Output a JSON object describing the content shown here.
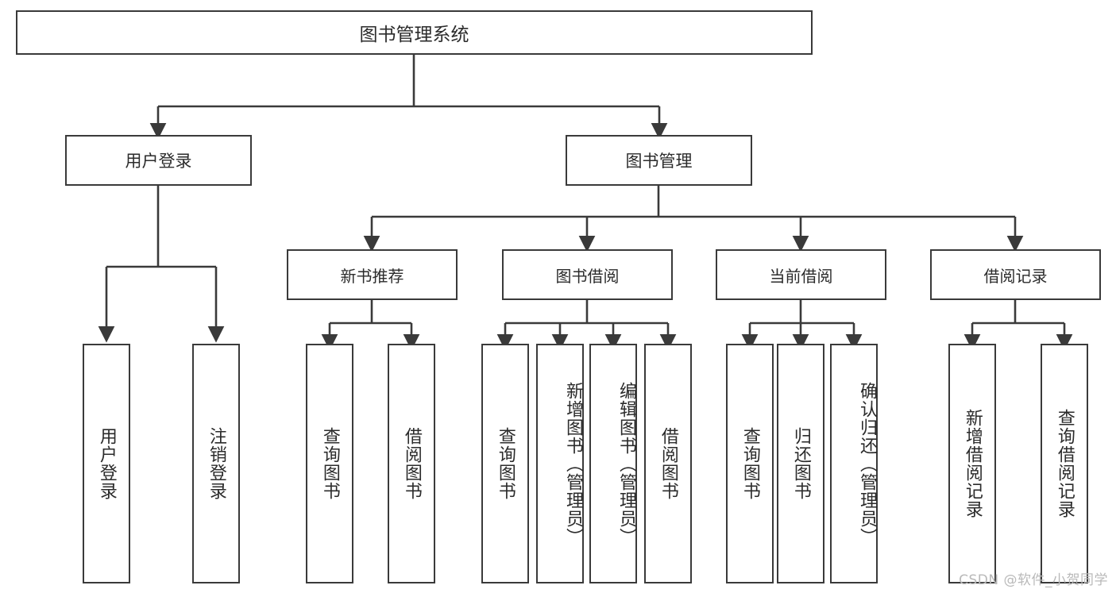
{
  "diagram": {
    "title": "图书管理系统",
    "type": "hierarchy-tree",
    "watermark": "CSDN @软件_小贺同学",
    "colors": {
      "stroke": "#3a3a3a",
      "text": "#2b2b2b",
      "background": "#ffffff",
      "watermark": "#b9b9b9"
    },
    "root": {
      "label": "图书管理系统"
    },
    "level2": [
      {
        "label": "用户登录"
      },
      {
        "label": "图书管理"
      }
    ],
    "level3": [
      {
        "label": "新书推荐"
      },
      {
        "label": "图书借阅"
      },
      {
        "label": "当前借阅"
      },
      {
        "label": "借阅记录"
      }
    ],
    "leaves": {
      "user_login": [
        {
          "label": "用户登录"
        },
        {
          "label": "注销登录"
        }
      ],
      "new_book_recommend": [
        {
          "label": "查询图书"
        },
        {
          "label": "借阅图书"
        }
      ],
      "book_borrow": [
        {
          "label": "查询图书"
        },
        {
          "label": "新增图书（管理员）"
        },
        {
          "label": "编辑图书（管理员）"
        },
        {
          "label": "借阅图书"
        }
      ],
      "current_borrow": [
        {
          "label": "查询图书"
        },
        {
          "label": "归还图书"
        },
        {
          "label": "确认归还（管理员）"
        }
      ],
      "borrow_record": [
        {
          "label": "新增借阅记录"
        },
        {
          "label": "查询借阅记录"
        }
      ]
    }
  }
}
